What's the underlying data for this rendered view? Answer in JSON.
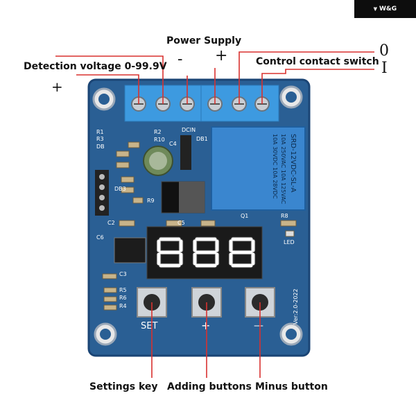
{
  "brand": {
    "text": "W&G"
  },
  "labels": {
    "power_supply": "Power Supply",
    "detection_voltage": "Detection voltage 0-99.9V",
    "control_contact": "Control contact switch",
    "settings_key": "Settings key",
    "adding_buttons": "Adding buttons",
    "minus_button": "Minus button",
    "detect_plus": "+",
    "supply_minus": "-",
    "supply_plus": "+",
    "contact_off": "0",
    "contact_on": "I"
  },
  "board": {
    "silk": {
      "r1": "R1",
      "r3": "R3",
      "db": "DB",
      "r2": "R2",
      "r10": "R10",
      "c4": "C4",
      "dcin": "DCIN",
      "db1": "DB1",
      "db3": "DB3",
      "r9": "R9",
      "c2": "C2",
      "c5": "C5",
      "q1": "Q1",
      "r8": "R8",
      "led": "LED",
      "c6": "C6",
      "c3": "C3",
      "r5": "R5",
      "r6": "R6",
      "r4": "R4",
      "set": "SET",
      "plus": "+",
      "minus": "—",
      "version": "Ver:2.0-2022"
    },
    "relay_text": [
      "SRD-12VDC-SL-A",
      "10A 250VAC 10A 125VAC",
      "10A 30VDC 10A 28VDC"
    ]
  },
  "colors": {
    "pcb": "#2a5f94",
    "pcb_edge": "#1b4575",
    "terminal": "#3d9ae0",
    "relay": "#3a86cf",
    "leader": "#d8312f",
    "display": "#1a1a1a"
  }
}
